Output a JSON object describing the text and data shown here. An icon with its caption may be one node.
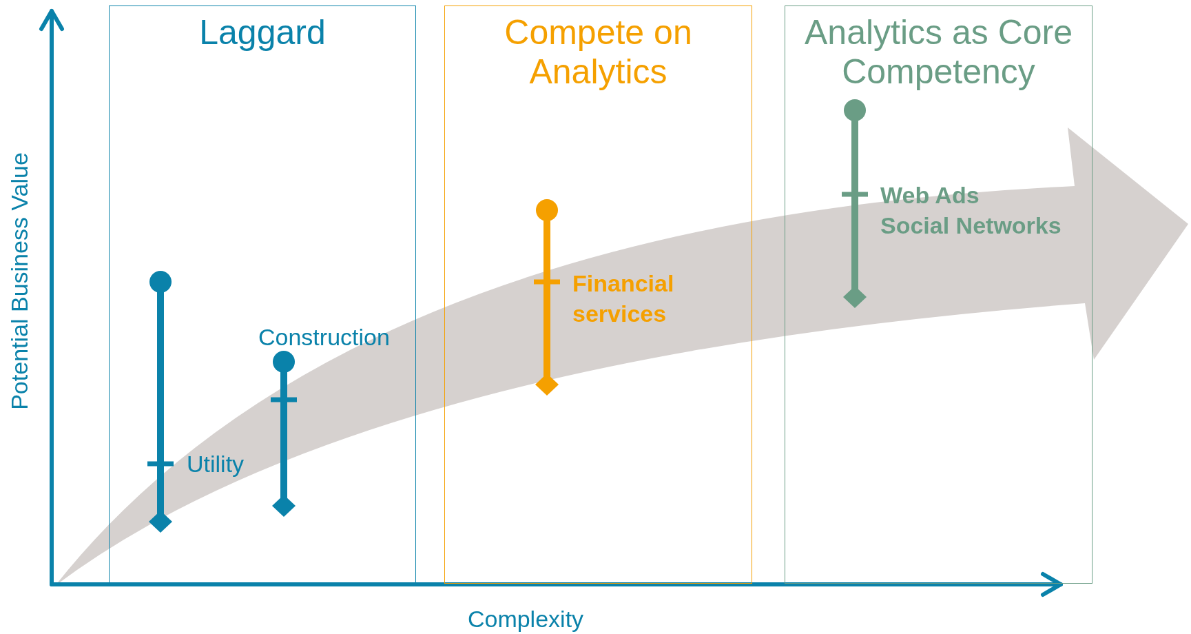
{
  "diagram": {
    "nodes": [
      {
        "text": [
          "Laggard"
        ]
      },
      {
        "text": [
          "Compete on Analytics"
        ]
      },
      {
        "text": [
          "Analytics as Core Competency"
        ]
      },
      {
        "text": [],
        "shape": "bar",
        "in": 0,
        "beside": [
          "Utility"
        ]
      },
      {
        "text": [],
        "shape": "bar",
        "in": 0,
        "beside": [
          "Construction"
        ]
      },
      {
        "text": [],
        "shape": "bar",
        "in": 1,
        "beside": [
          "Financial services"
        ]
      },
      {
        "text": [],
        "shape": "bar",
        "in": 2,
        "beside": [
          "Web Ads",
          "Social Networks"
        ]
      }
    ],
    "edges": [],
    "labels": [
      "Potential Business Value",
      "Complexity"
    ]
  }
}
